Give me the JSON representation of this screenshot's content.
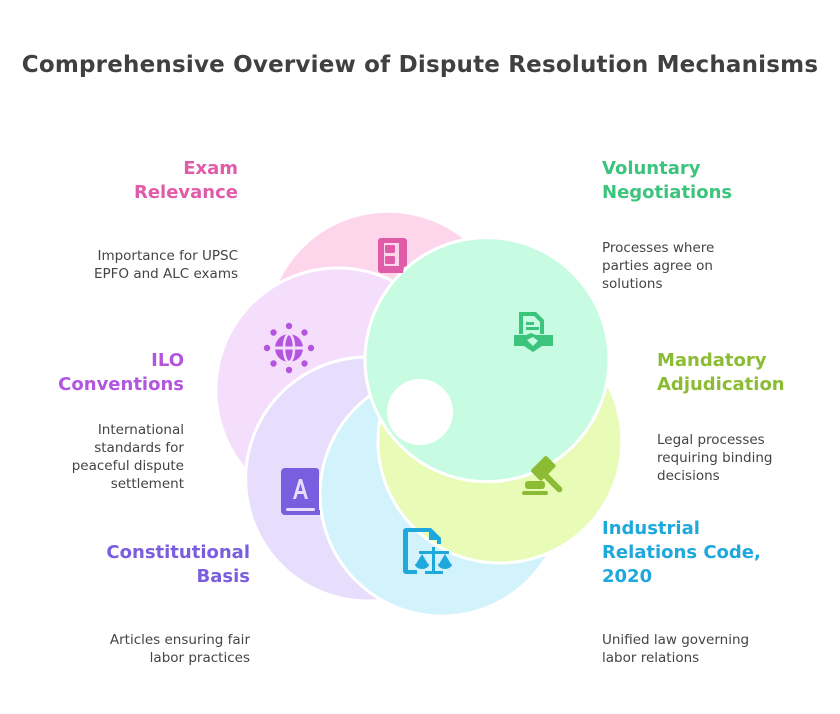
{
  "title": "Comprehensive Overview of Dispute Resolution Mechanisms",
  "segments": [
    {
      "id": "exam-relevance",
      "label_lines": [
        "Exam",
        "Relevance"
      ],
      "description_lines": [
        "Importance for UPSC",
        "EPFO and ALC exams"
      ],
      "icon": "mobile-document-icon",
      "color": "#e05ca8",
      "fill": "#fdd6ec"
    },
    {
      "id": "voluntary-negotiations",
      "label_lines": [
        "Voluntary",
        "Negotiations"
      ],
      "description_lines": [
        "Processes where",
        "parties agree on",
        "solutions"
      ],
      "icon": "handshake-contract-icon",
      "color": "#3cc47c",
      "fill": "#c8fce2"
    },
    {
      "id": "mandatory-adjudication",
      "label_lines": [
        "Mandatory",
        "Adjudication"
      ],
      "description_lines": [
        "Legal processes",
        "requiring binding",
        "decisions"
      ],
      "icon": "gavel-icon",
      "color": "#8cbc34",
      "fill": "#e8fcb8"
    },
    {
      "id": "industrial-relations-code",
      "label_lines": [
        "Industrial",
        "Relations Code,",
        "2020"
      ],
      "description_lines": [
        "Unified law governing",
        "labor relations"
      ],
      "icon": "legal-document-scales-icon",
      "color": "#1fa8dc",
      "fill": "#d2f2fc"
    },
    {
      "id": "constitutional-basis",
      "label_lines": [
        "Constitutional",
        "Basis"
      ],
      "description_lines": [
        "Articles ensuring fair",
        "labor practices"
      ],
      "icon": "book-icon",
      "color": "#7a5ee0",
      "fill": "#e6defc"
    },
    {
      "id": "ilo-conventions",
      "label_lines": [
        "ILO",
        "Conventions"
      ],
      "description_lines": [
        "International",
        "standards for",
        "peaceful dispute",
        "settlement"
      ],
      "icon": "globe-network-icon",
      "color": "#b455e0",
      "fill": "#f4defc"
    }
  ]
}
